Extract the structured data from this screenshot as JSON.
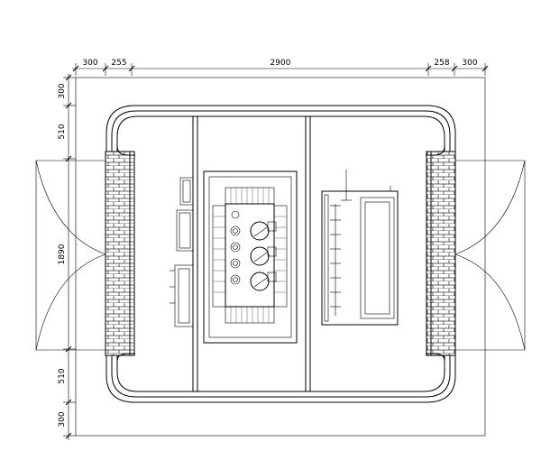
{
  "drawing": {
    "dimensions_top": [
      "300",
      "255",
      "2900",
      "258",
      "300"
    ],
    "dimensions_left": [
      "300",
      "510",
      "1890",
      "510",
      "300"
    ]
  },
  "colors": {
    "line": "#000000",
    "background": "#ffffff"
  },
  "icons": {
    "dimension-tick": "slash",
    "wall-hatch": "brick-pattern"
  }
}
